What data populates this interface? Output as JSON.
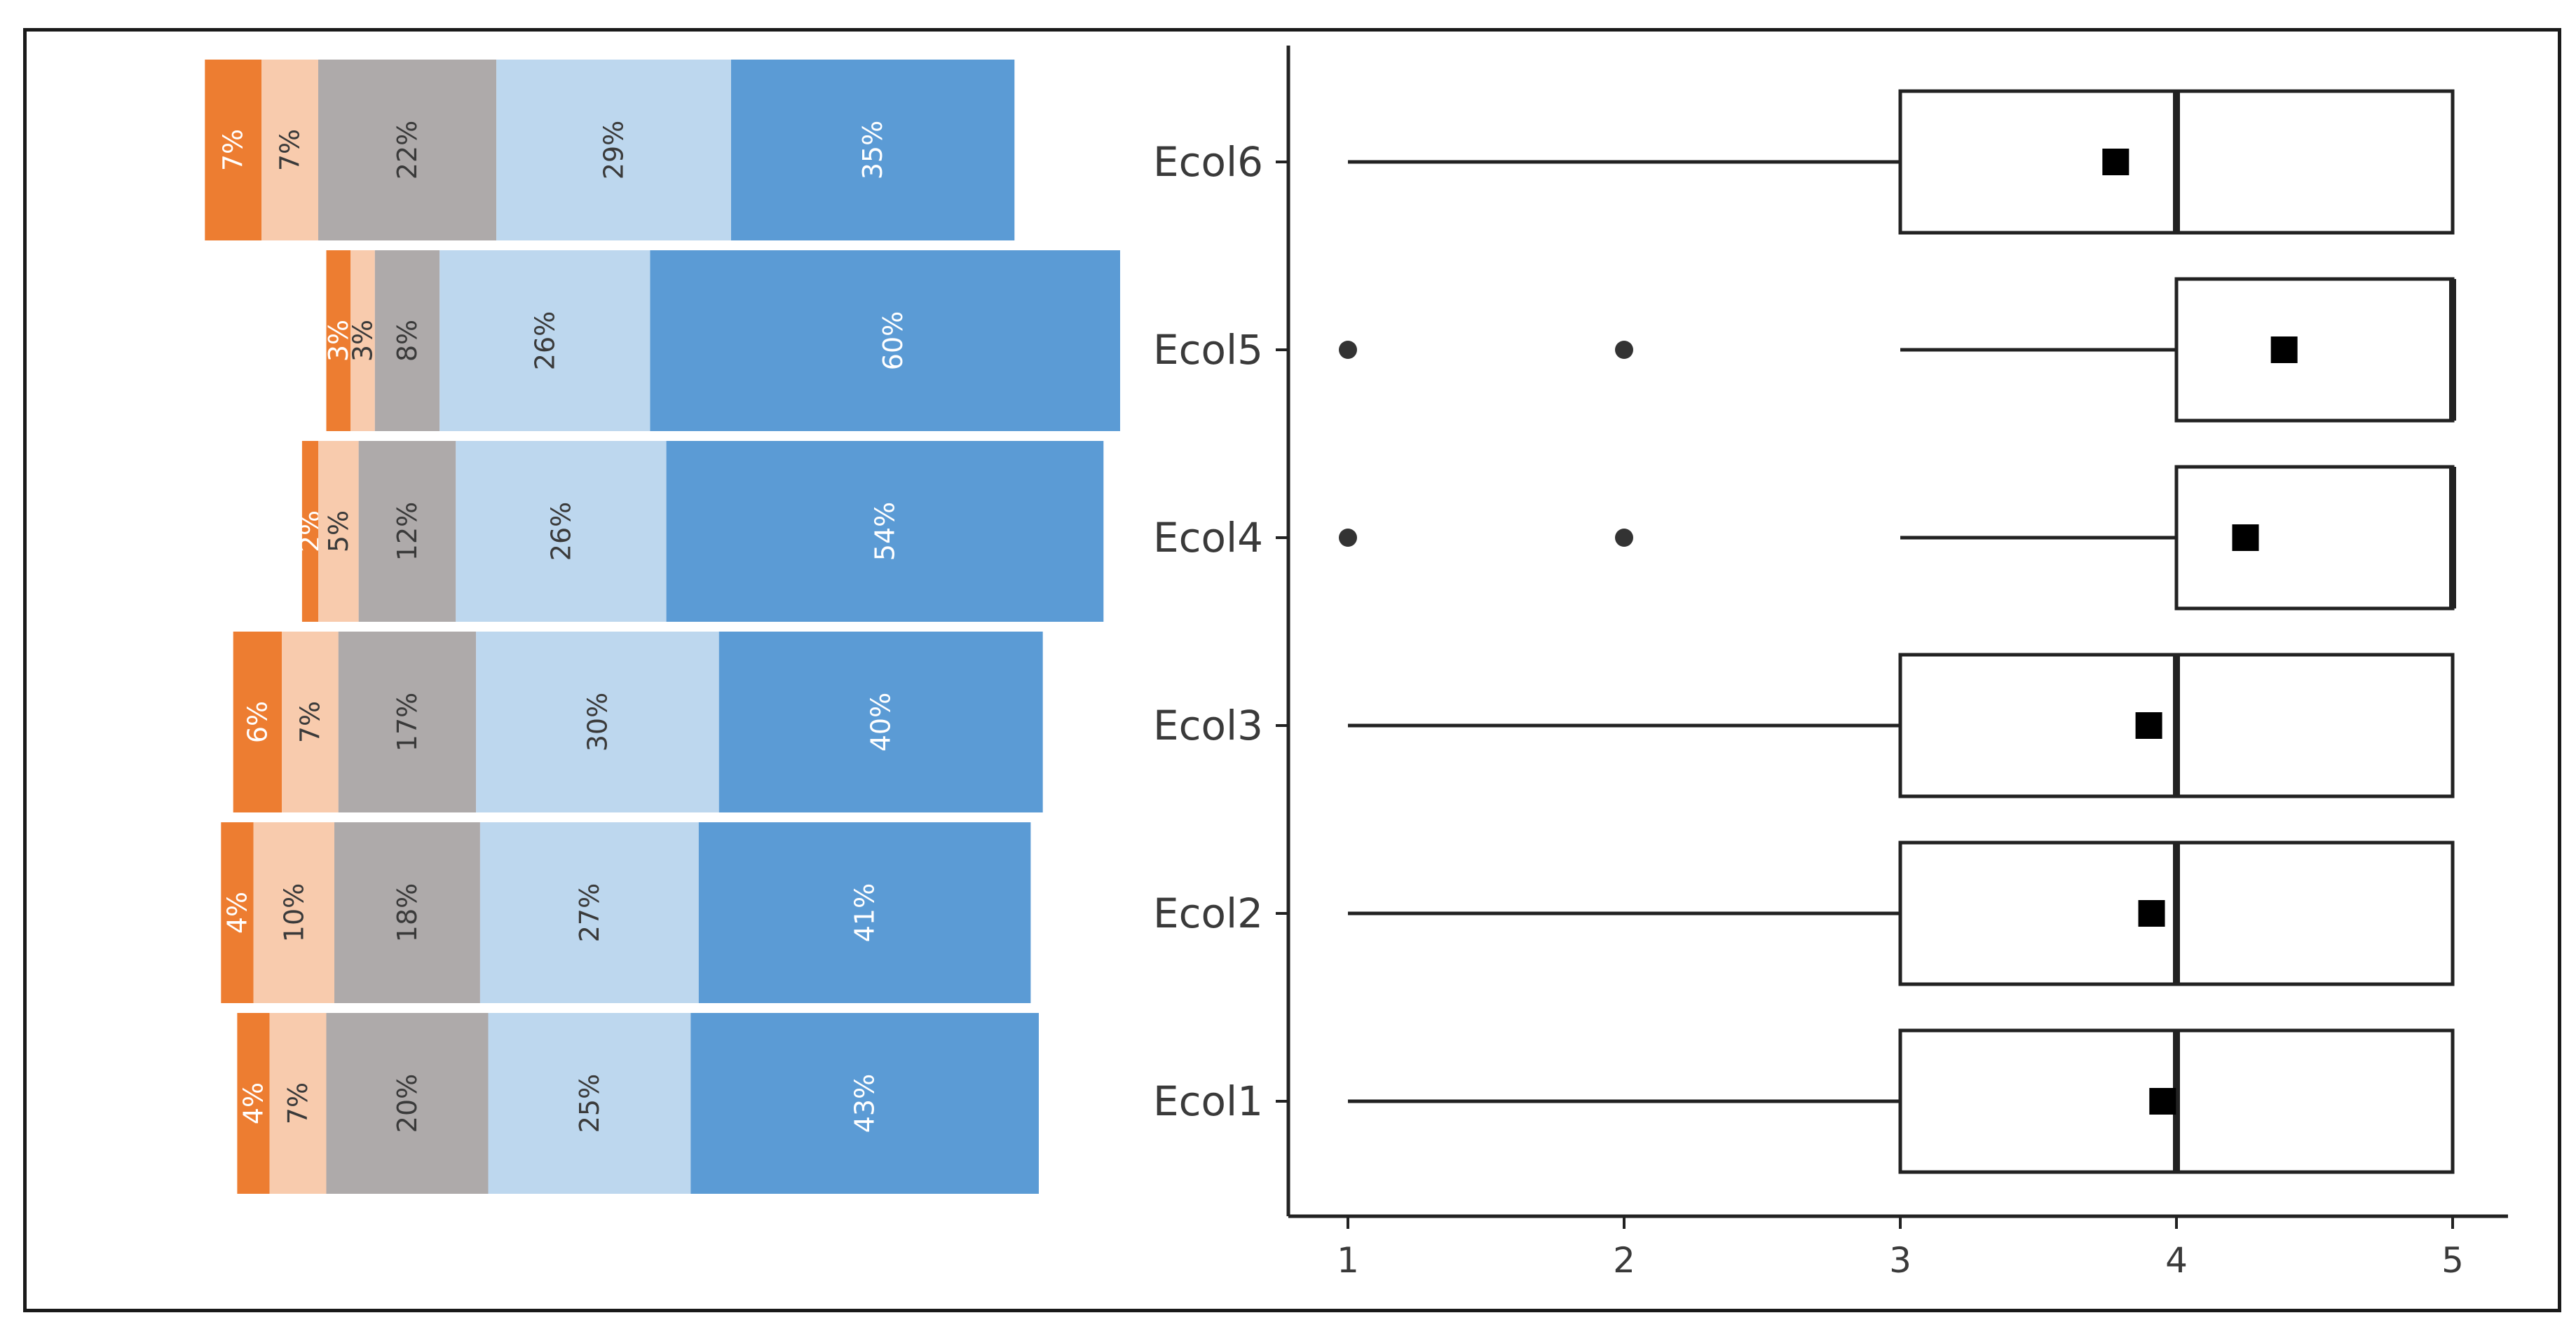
{
  "colors": {
    "strongly_disagree": "#ED7D31",
    "disagree": "#F8CBAD",
    "neutral": "#AEAAAA",
    "agree": "#BDD7EE",
    "strongly_agree": "#5B9BD5",
    "label_dark": "#3a3a3a",
    "label_light": "#ffffff",
    "line": "#222222"
  },
  "chart_data": [
    {
      "type": "bar",
      "subtype": "diverging-stacked-percent",
      "categories": [
        "Ecol6",
        "Ecol5",
        "Ecol4",
        "Ecol3",
        "Ecol2",
        "Ecol1"
      ],
      "series": [
        {
          "values": [
            7,
            3,
            2,
            6,
            4,
            4
          ],
          "labels": [
            "7%",
            "3%",
            "2%",
            "6%",
            "4%",
            "4%"
          ],
          "color": "#ED7D31",
          "label_color": "#ffffff"
        },
        {
          "values": [
            7,
            3,
            5,
            7,
            10,
            7
          ],
          "labels": [
            "7%",
            "3%",
            "5%",
            "7%",
            "10%",
            "7%"
          ],
          "color": "#F8CBAD",
          "label_color": "#3a3a3a"
        },
        {
          "values": [
            22,
            8,
            12,
            17,
            18,
            20
          ],
          "labels": [
            "22%",
            "8%",
            "12%",
            "17%",
            "18%",
            "20%"
          ],
          "color": "#AEAAAA",
          "label_color": "#3a3a3a"
        },
        {
          "values": [
            29,
            26,
            26,
            30,
            27,
            25
          ],
          "labels": [
            "29%",
            "26%",
            "26%",
            "30%",
            "27%",
            "25%"
          ],
          "color": "#BDD7EE",
          "label_color": "#3a3a3a"
        },
        {
          "values": [
            35,
            60,
            54,
            40,
            41,
            43
          ],
          "labels": [
            "35%",
            "60%",
            "54%",
            "40%",
            "41%",
            "43%"
          ],
          "color": "#5B9BD5",
          "label_color": "#ffffff"
        }
      ],
      "axes": "none",
      "legend": "none",
      "grid": false
    },
    {
      "type": "boxplot",
      "orientation": "horizontal",
      "categories": [
        "Ecol6",
        "Ecol5",
        "Ecol4",
        "Ecol3",
        "Ecol2",
        "Ecol1"
      ],
      "boxes": [
        {
          "name": "Ecol6",
          "whisker_low": 1,
          "q1": 3,
          "median": 4,
          "q3": 5,
          "whisker_high": 5,
          "mean": 3.78,
          "outliers": []
        },
        {
          "name": "Ecol5",
          "whisker_low": 3,
          "q1": 4,
          "median": 5,
          "q3": 5,
          "whisker_high": 5,
          "mean": 4.39,
          "outliers": [
            1,
            2
          ]
        },
        {
          "name": "Ecol4",
          "whisker_low": 3,
          "q1": 4,
          "median": 5,
          "q3": 5,
          "whisker_high": 5,
          "mean": 4.25,
          "outliers": [
            1,
            2
          ]
        },
        {
          "name": "Ecol3",
          "whisker_low": 1,
          "q1": 3,
          "median": 4,
          "q3": 5,
          "whisker_high": 5,
          "mean": 3.9,
          "outliers": []
        },
        {
          "name": "Ecol2",
          "whisker_low": 1,
          "q1": 3,
          "median": 4,
          "q3": 5,
          "whisker_high": 5,
          "mean": 3.91,
          "outliers": []
        },
        {
          "name": "Ecol1",
          "whisker_low": 1,
          "q1": 3,
          "median": 4,
          "q3": 5,
          "whisker_high": 5,
          "mean": 3.95,
          "outliers": []
        }
      ],
      "x_ticks": [
        "1",
        "2",
        "3",
        "4",
        "5"
      ],
      "xlim": [
        0.8,
        5.2
      ],
      "xlabel": "",
      "ylabel": "",
      "grid": false,
      "legend": "none"
    }
  ]
}
